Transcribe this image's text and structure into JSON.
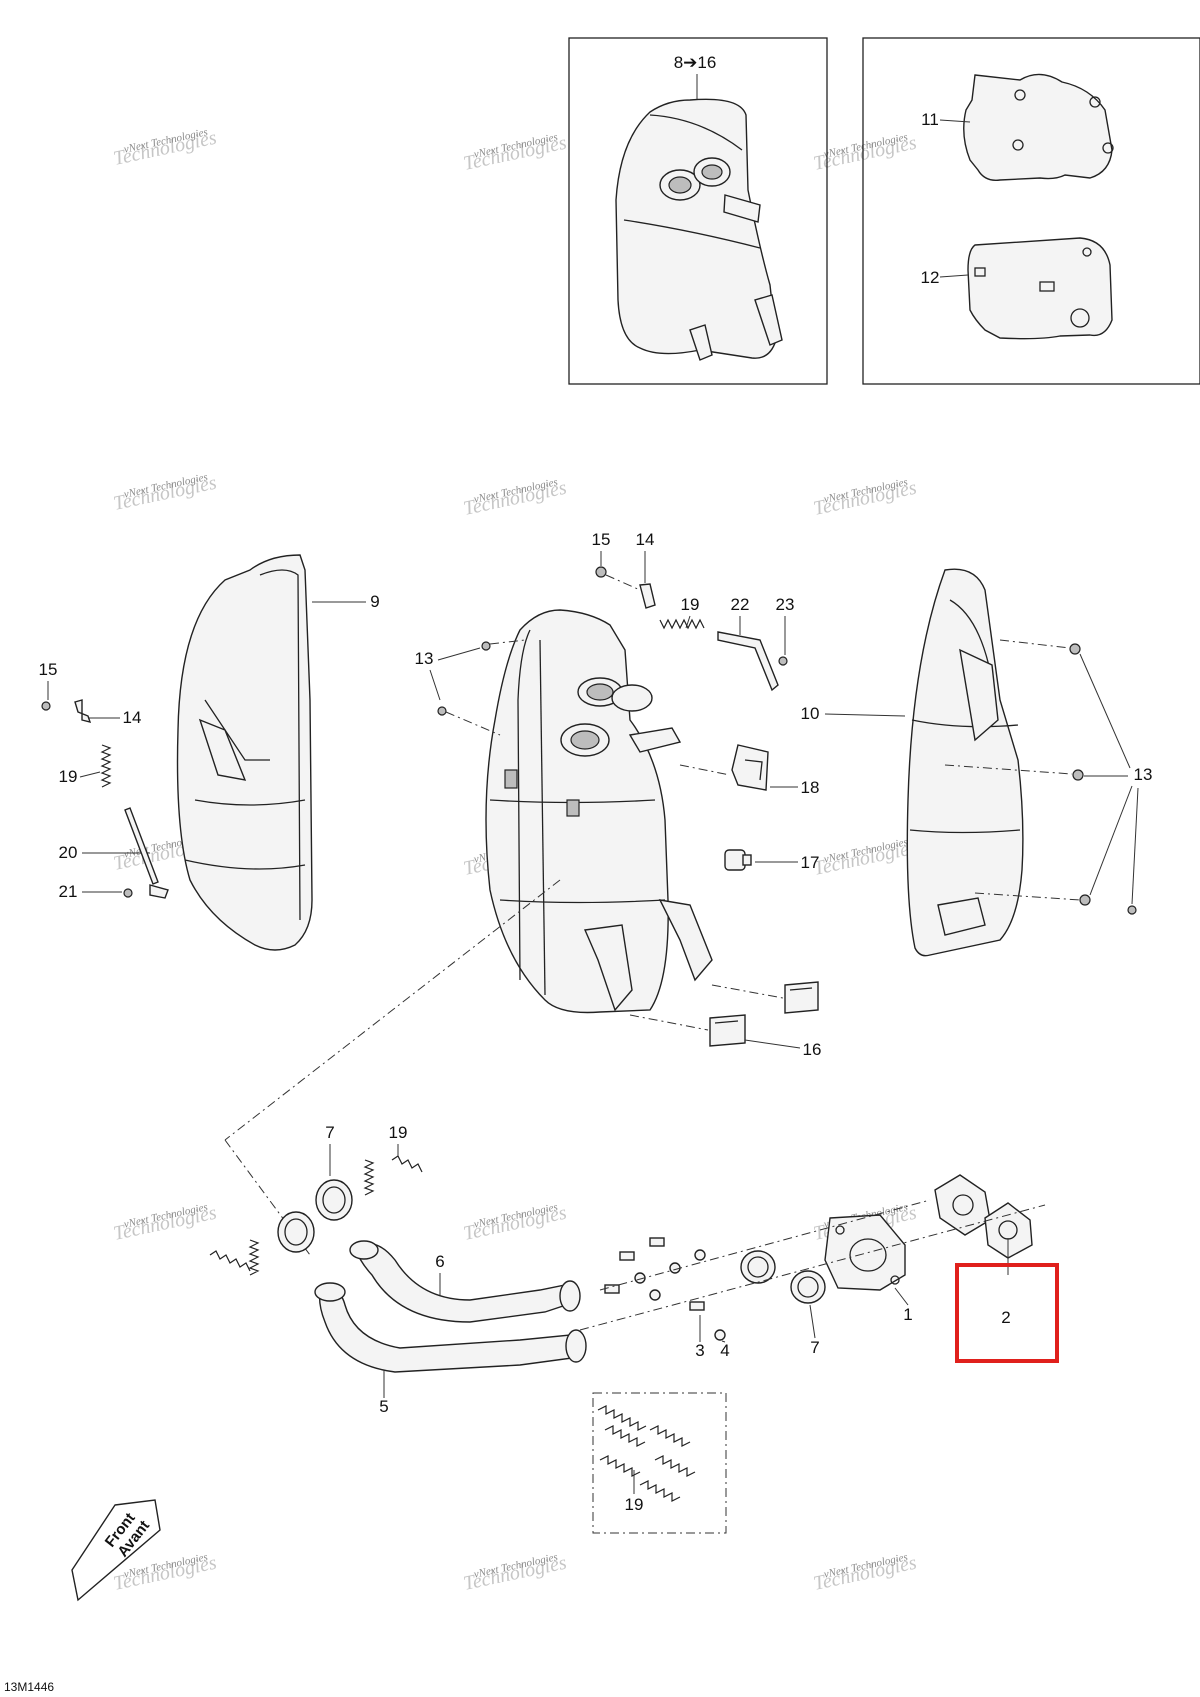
{
  "diagram_code": "13M1446",
  "inset_label": "8➔16",
  "front_sign": {
    "line1": "Front",
    "line2": "Avant"
  },
  "watermark": {
    "small": "vNext Technologies",
    "large": "Technologies"
  },
  "callouts": {
    "c1": "1",
    "c2": "2",
    "c3": "3",
    "c4": "4",
    "c5": "5",
    "c6": "6",
    "c7": "7",
    "c9": "9",
    "c10": "10",
    "c11": "11",
    "c12": "12",
    "c13": "13",
    "c14": "14",
    "c15": "15",
    "c16": "16",
    "c17": "17",
    "c18": "18",
    "c19": "19",
    "c20": "20",
    "c21": "21",
    "c22": "22",
    "c23": "23"
  },
  "highlight": {
    "part": "2",
    "color": "#e0201c"
  }
}
